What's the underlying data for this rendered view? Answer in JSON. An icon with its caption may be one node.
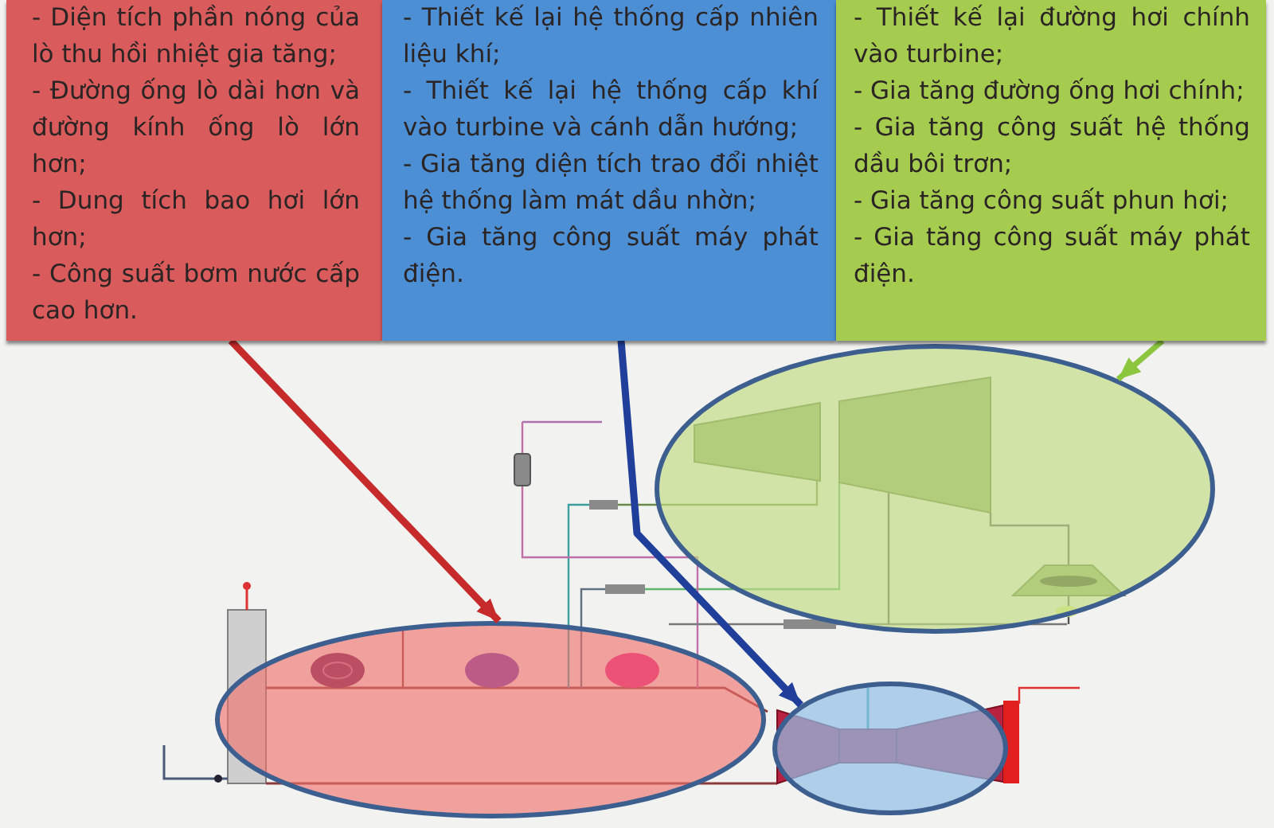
{
  "diagram": {
    "nodes": [
      {
        "text": [
          "- Diện tích phần nóng của lò thu hồi nhiệt gia tăng;",
          "- Đường ống lò dài hơn và đường kính ống lò lớn hơn;",
          "- Dung tích bao hơi lớn hơn;",
          "- Công suất bơm nước cấp cao hơn."
        ]
      },
      {
        "text": [
          "- Thiết kế lại hệ thống cấp nhiên liệu khí;",
          "- Thiết kế lại hệ thống cấp khí vào turbine và cánh dẫn hướng;",
          "- Gia tăng diện tích trao đổi nhiệt hệ thống làm mát dầu nhờn;",
          "- Gia tăng công suất máy phát điện."
        ]
      },
      {
        "text": [
          "- Thiết kế lại đường hơi chính vào turbine;",
          "- Gia tăng đường ống hơi chính;",
          "- Gia tăng công suất hệ thống dầu bôi trơn;",
          "- Gia tăng công suất phun hơi;",
          "- Gia tăng công suất máy phát điện."
        ]
      },
      {
        "text": [],
        "shape": "ellipse"
      },
      {
        "text": [],
        "shape": "ellipse"
      },
      {
        "text": [],
        "shape": "ellipse"
      }
    ],
    "edges": [
      {
        "from": 0,
        "to": 3,
        "arrow": "to",
        "color": "#c62a2a"
      },
      {
        "from": 1,
        "to": 4,
        "arrow": "to",
        "color": "#1f3f9a"
      },
      {
        "from": 2,
        "to": 5,
        "arrow": "to",
        "color": "#8cc63f"
      }
    ]
  }
}
